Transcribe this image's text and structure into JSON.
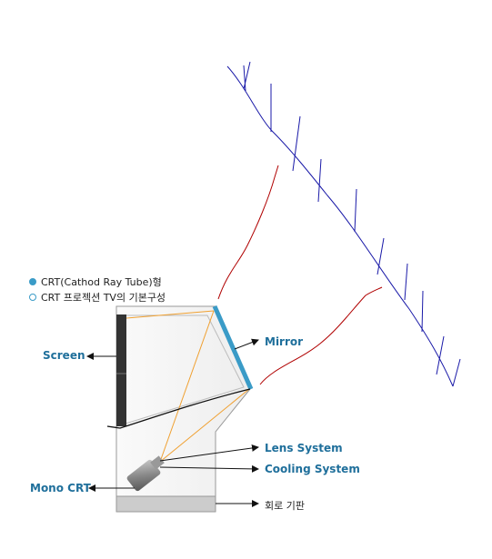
{
  "legend": {
    "item1": "CRT(Cathod Ray Tube)형",
    "item2": "CRT 프로젝션 TV의 기본구성"
  },
  "labels": {
    "screen": "Screen",
    "mirror": "Mirror",
    "lens_system": "Lens System",
    "cooling_system": "Cooling System",
    "mono_crt": "Mono CRT",
    "circuit_board": "회로 기판"
  },
  "colors": {
    "accent": "#3a9bc7",
    "label_text": "#1f6f9b",
    "light_beam": "#f0a030",
    "scribble_red": "#b00000",
    "scribble_blue": "#1a1aa8"
  }
}
